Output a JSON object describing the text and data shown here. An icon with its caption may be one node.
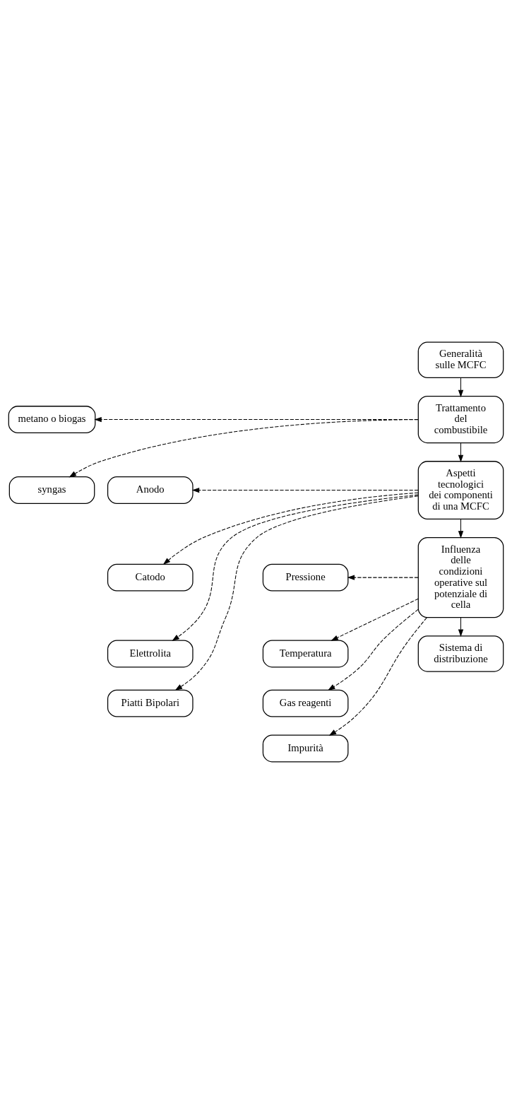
{
  "diagram": {
    "nodes": [
      {
        "text": [
          "Generalità sulle MCFC"
        ]
      },
      {
        "text": [
          "Trattamento del combustibile"
        ]
      },
      {
        "text": [
          "metano o biogas"
        ]
      },
      {
        "text": [
          "syngas"
        ]
      },
      {
        "text": [
          "Aspetti tecnologici dei componenti di una MCFC"
        ]
      },
      {
        "text": [
          "Anodo"
        ]
      },
      {
        "text": [
          "Catodo"
        ]
      },
      {
        "text": [
          "Elettrolita"
        ]
      },
      {
        "text": [
          "Piatti Bipolari"
        ]
      },
      {
        "text": [
          "Influenza delle condizioni operative sul potenziale di cella"
        ]
      },
      {
        "text": [
          "Pressione"
        ]
      },
      {
        "text": [
          "Temperatura"
        ]
      },
      {
        "text": [
          "Gas reagenti"
        ]
      },
      {
        "text": [
          "Impurità"
        ]
      },
      {
        "text": [
          "Sistema di distribuzione"
        ]
      }
    ],
    "edges": [
      {
        "from": 0,
        "to": 1,
        "arrow": "to"
      },
      {
        "from": 1,
        "to": 2,
        "arrow": "to",
        "style": "dashed"
      },
      {
        "from": 1,
        "to": 3,
        "arrow": "to",
        "style": "dashed"
      },
      {
        "from": 1,
        "to": 4,
        "arrow": "to"
      },
      {
        "from": 4,
        "to": 5,
        "arrow": "to",
        "style": "dashed"
      },
      {
        "from": 4,
        "to": 6,
        "arrow": "to",
        "style": "dashed"
      },
      {
        "from": 4,
        "to": 7,
        "arrow": "to",
        "style": "dashed"
      },
      {
        "from": 4,
        "to": 8,
        "arrow": "to",
        "style": "dashed"
      },
      {
        "from": 4,
        "to": 9,
        "arrow": "to"
      },
      {
        "from": 9,
        "to": 10,
        "arrow": "to",
        "style": "dashed"
      },
      {
        "from": 9,
        "to": 11,
        "arrow": "to",
        "style": "dashed"
      },
      {
        "from": 9,
        "to": 12,
        "arrow": "to",
        "style": "dashed"
      },
      {
        "from": 9,
        "to": 13,
        "arrow": "to",
        "style": "dashed"
      },
      {
        "from": 9,
        "to": 14,
        "arrow": "to"
      }
    ]
  }
}
